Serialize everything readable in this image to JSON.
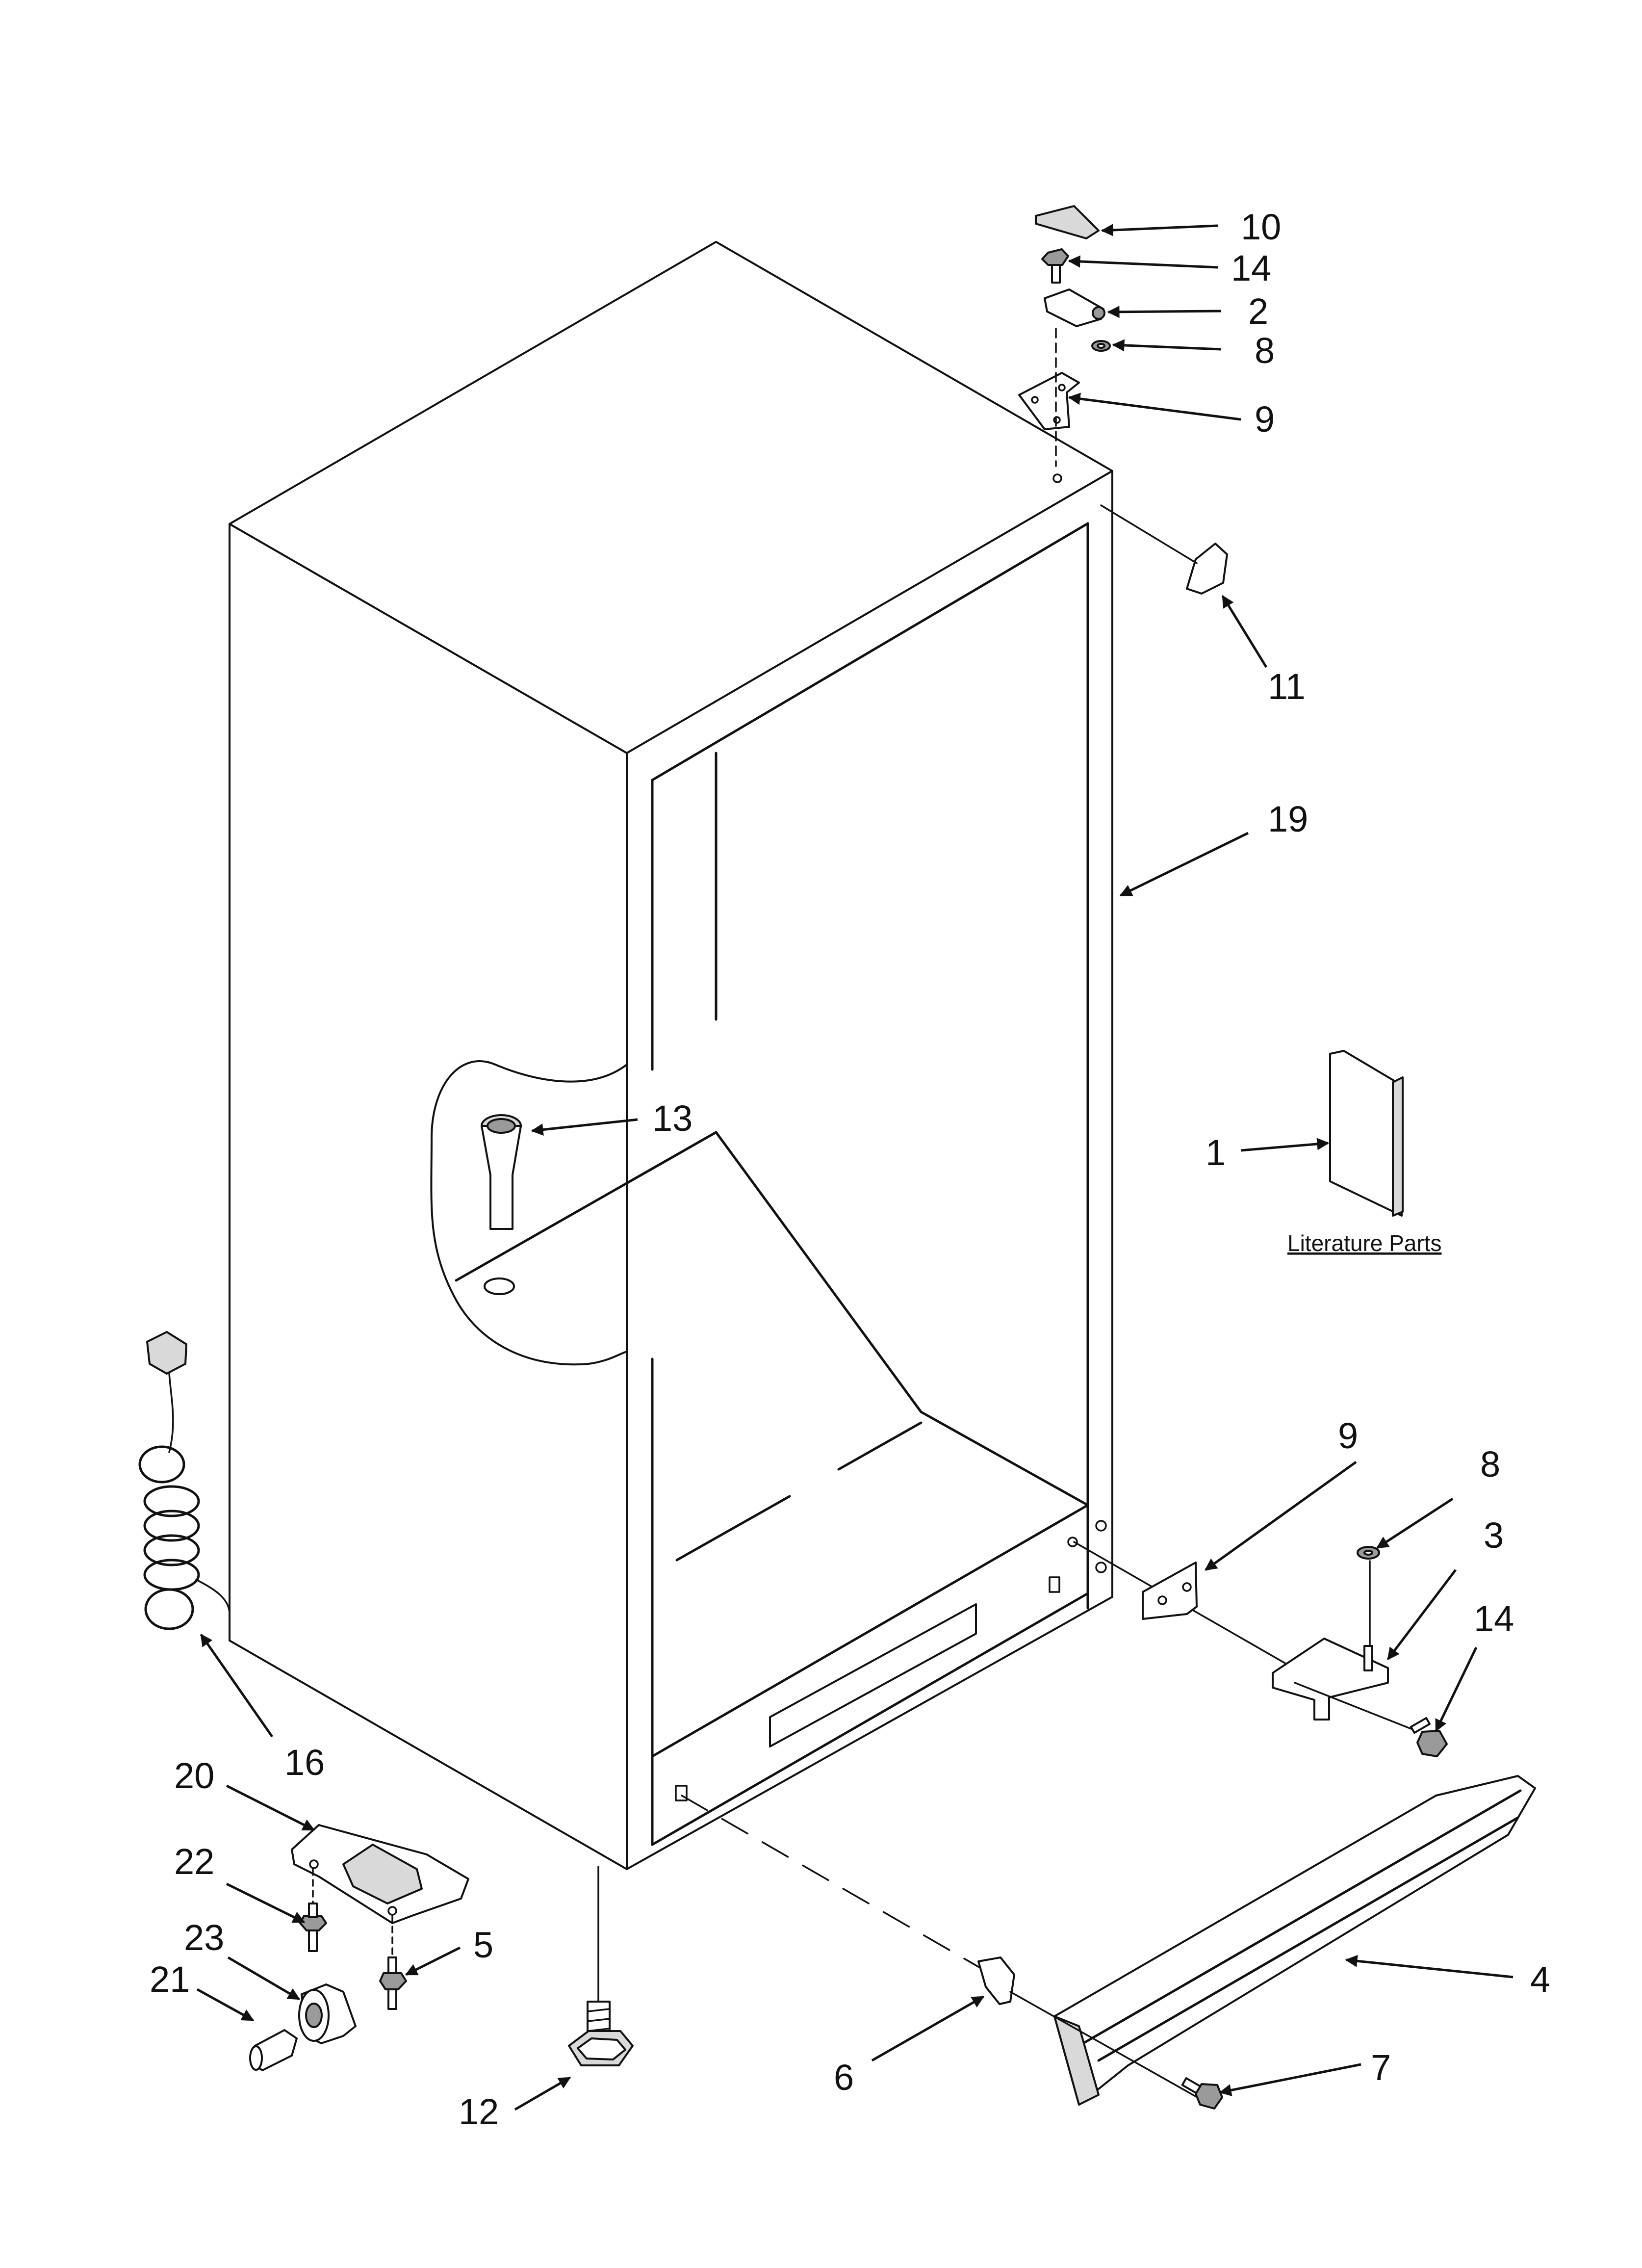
{
  "callouts": {
    "c10": "10",
    "c14a": "14",
    "c2": "2",
    "c8a": "8",
    "c9a": "9",
    "c11": "11",
    "c19": "19",
    "c13": "13",
    "c1": "1",
    "c9b": "9",
    "c8b": "8",
    "c3": "3",
    "c14b": "14",
    "c16": "16",
    "c20": "20",
    "c22": "22",
    "c23": "23",
    "c21": "21",
    "c5": "5",
    "c12": "12",
    "c6": "6",
    "c4": "4",
    "c7": "7"
  },
  "literature_label": "Literature Parts"
}
